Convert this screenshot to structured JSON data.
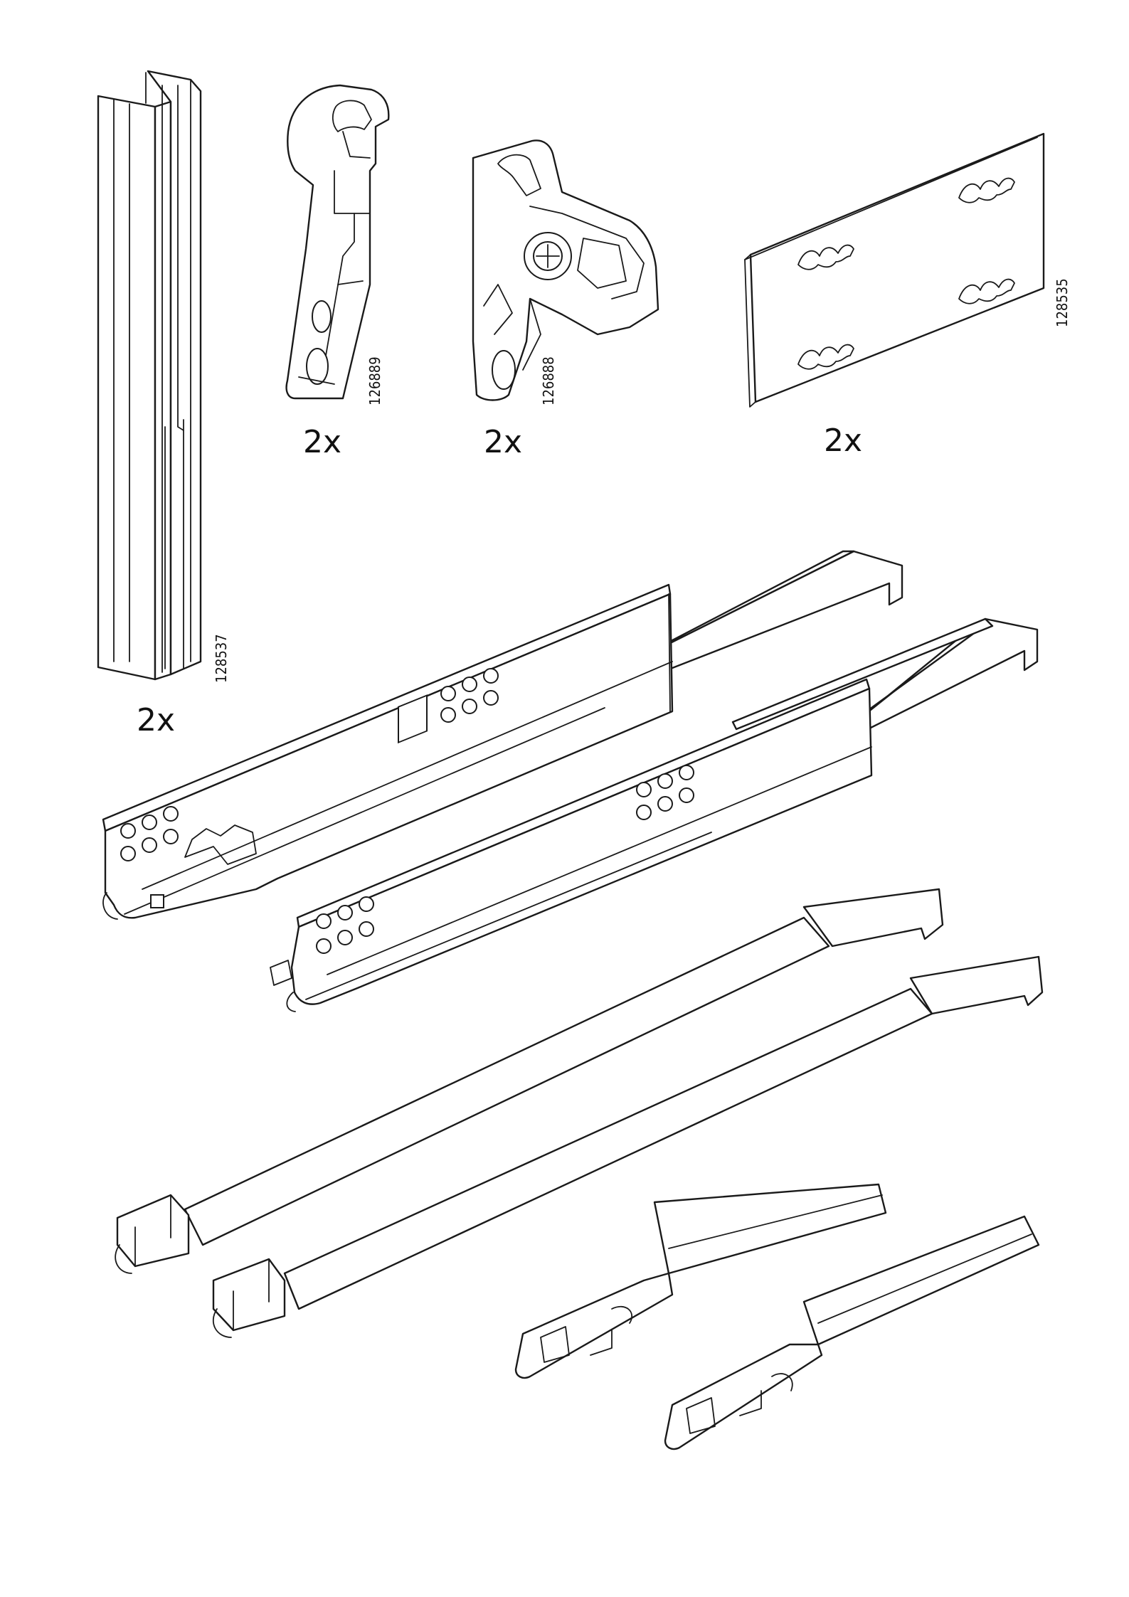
{
  "parts": [
    {
      "part_number": "128537",
      "quantity": "2x"
    },
    {
      "part_number": "126889",
      "quantity": "2x"
    },
    {
      "part_number": "126888",
      "quantity": "2x"
    },
    {
      "part_number": "128535",
      "quantity": "2x"
    }
  ],
  "ink_color": "#1a1a1a"
}
